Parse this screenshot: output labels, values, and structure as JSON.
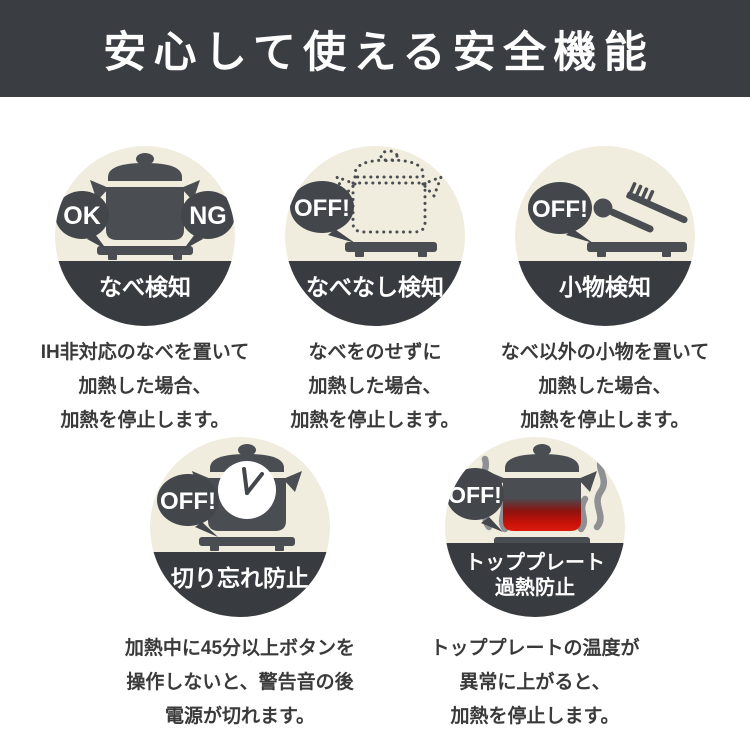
{
  "title": "安心して使える安全機能",
  "colors": {
    "header_bg": "#3a3d42",
    "circle_bg": "#f0edde",
    "band_bg": "#383b40",
    "icon_dark": "#4a4d52",
    "bubble_dark": "#43464b",
    "alert_red": "#d01208",
    "steam_gray": "#8f9093",
    "body_text": "#3a3a3a",
    "title_text": "#fdfdfd"
  },
  "features": [
    {
      "label": "なべ検知",
      "bubble_ok": "OK",
      "bubble_ng": "NG",
      "description": "IH非対応のなべを置いて\n加熱した場合、\n加熱を停止します。"
    },
    {
      "label": "なべなし検知",
      "bubble": "OFF!",
      "description": "なべをのせずに\n加熱した場合、\n加熱を停止します。"
    },
    {
      "label": "小物検知",
      "bubble": "OFF!",
      "description": "なべ以外の小物を置いて\n加熱した場合、\n加熱を停止します。"
    },
    {
      "label": "切り忘れ防止",
      "bubble": "OFF!",
      "description": "加熱中に45分以上ボタンを\n操作しないと、警告音の後\n電源が切れます。"
    },
    {
      "label": "トッププレート\n過熱防止",
      "bubble": "OFF!",
      "description": "トッププレートの温度が\n異常に上がると、\n加熱を停止します。"
    }
  ]
}
